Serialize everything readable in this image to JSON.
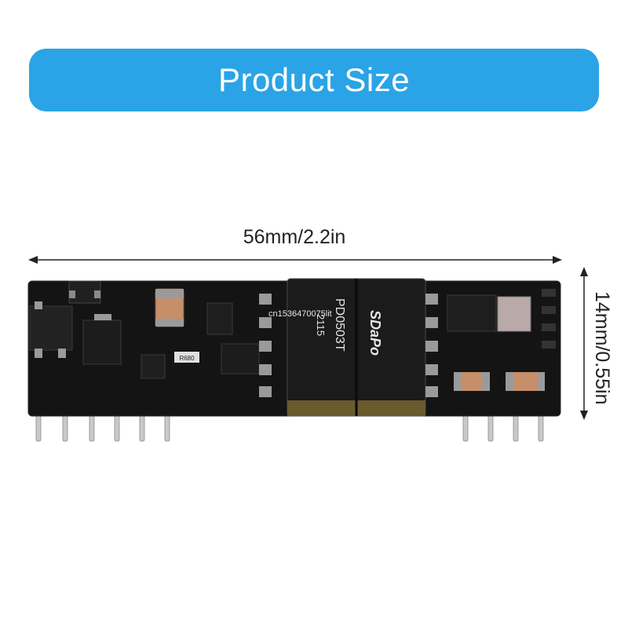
{
  "banner": {
    "title": "Product Size"
  },
  "dimensions": {
    "width_label": "56mm/2.2in",
    "height_label": "14mm/0.55in"
  },
  "module": {
    "brand": "SDaPo",
    "model": "PD0503T",
    "batch": "2115",
    "resistor_code": "R680",
    "watermark": "cn1536470075lit"
  },
  "colors": {
    "banner": "#2aa4e6",
    "pcb": "#141414",
    "pins": "#c9c9c9",
    "capacitor": "#c68f6a"
  }
}
